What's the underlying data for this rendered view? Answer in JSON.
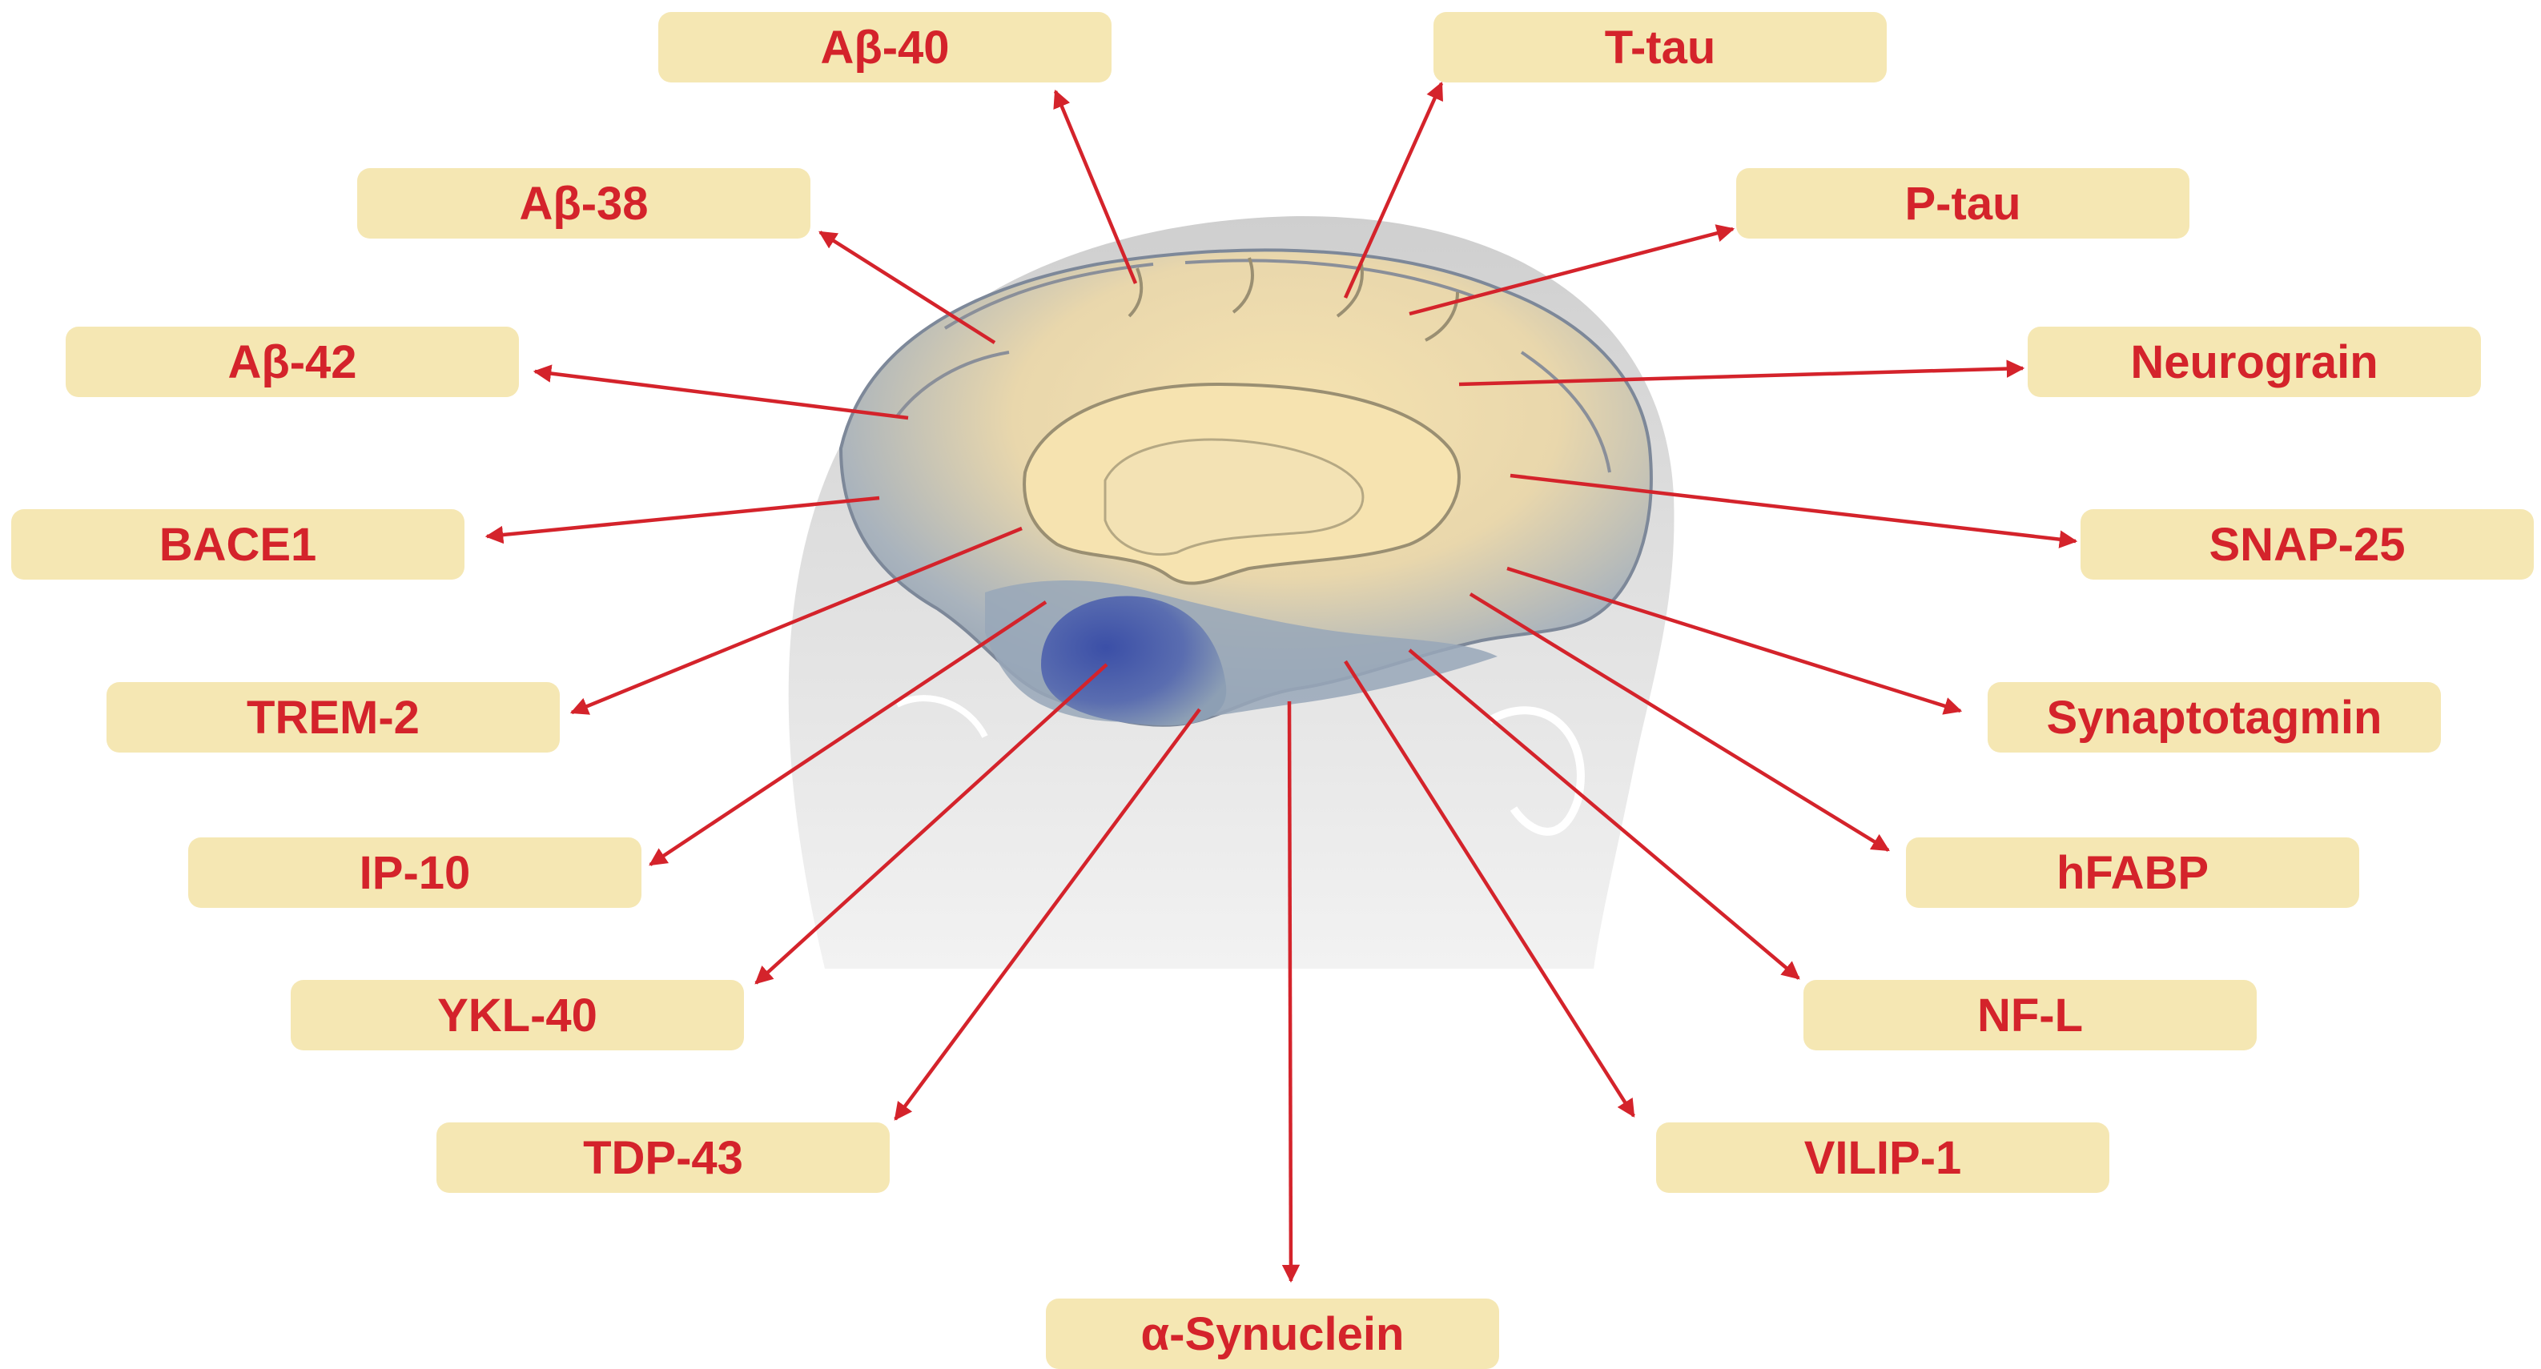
{
  "colors": {
    "label_fill": "#f5e7b3",
    "label_text": "#d4232b",
    "arrow": "#d4232b",
    "brain_cream": "#f3dfae",
    "brain_blue": "#8d9fb4",
    "brain_dark_blue": "#4d5fa8",
    "head_silhouette": "#dcdcdc"
  },
  "labels": {
    "ab40": "Aβ-40",
    "ttau": "T-tau",
    "ab38": "Aβ-38",
    "ptau": "P-tau",
    "ab42": "Aβ-42",
    "neurogranin": "Neurograin",
    "bace1": "BACE1",
    "snap25": "SNAP-25",
    "trem2": "TREM-2",
    "synaptotagmin": "Synaptotagmin",
    "ip10": "IP-10",
    "hfabp": "hFABP",
    "ykl40": "YKL-40",
    "nfl": "NF-L",
    "tdp43": "TDP-43",
    "vilip1": "VILIP-1",
    "asyn": "α-Synuclein"
  }
}
